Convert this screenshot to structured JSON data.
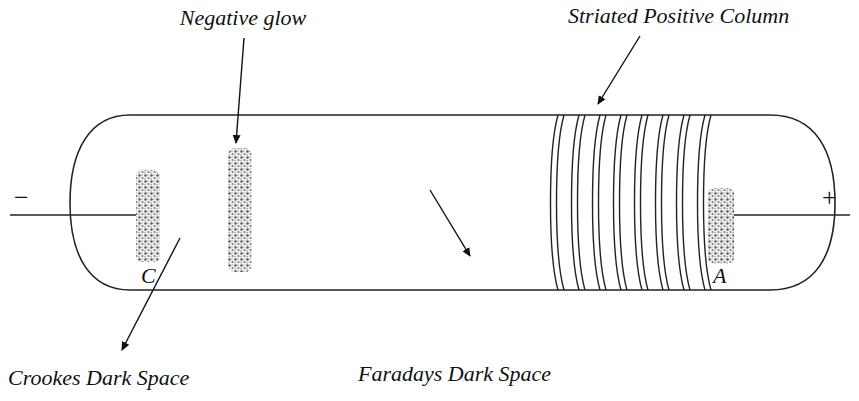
{
  "diagram": {
    "labels": [
      "Negative glow",
      "Striated Positive Column",
      "−",
      "+",
      "C",
      "A",
      "Crookes Dark Space",
      "Faradays Dark Space"
    ]
  }
}
